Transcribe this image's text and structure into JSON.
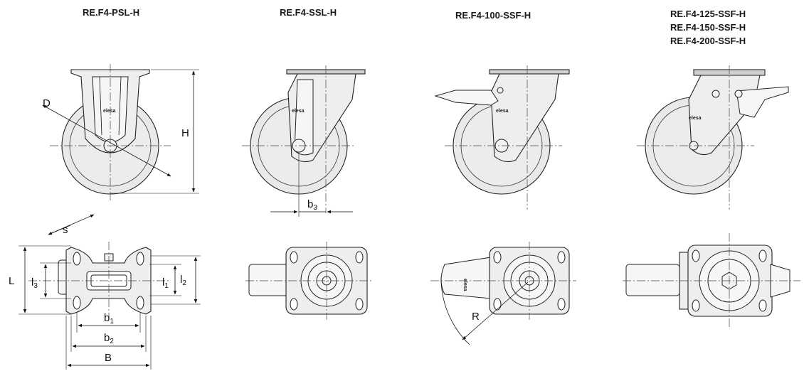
{
  "titles": {
    "t1": "RE.F4-PSL-H",
    "t2": "RE.F4-SSL-H",
    "t3": "RE.F4-100-SSF-H",
    "t4": [
      "RE.F4-125-SSF-H",
      "RE.F4-150-SSF-H",
      "RE.F4-200-SSF-H"
    ]
  },
  "dimension_labels": {
    "D": "D",
    "H": "H",
    "b3_main": "b",
    "b3_sub": "3",
    "s": "s",
    "L": "L",
    "l3_main": "l",
    "l3_sub": "3",
    "l1_main": "l",
    "l1_sub": "1",
    "l2_main": "l",
    "l2_sub": "2",
    "b1_main": "b",
    "b1_sub": "1",
    "b2_main": "b",
    "b2_sub": "2",
    "B": "B",
    "R": "R"
  },
  "logo_text": "elesa"
}
